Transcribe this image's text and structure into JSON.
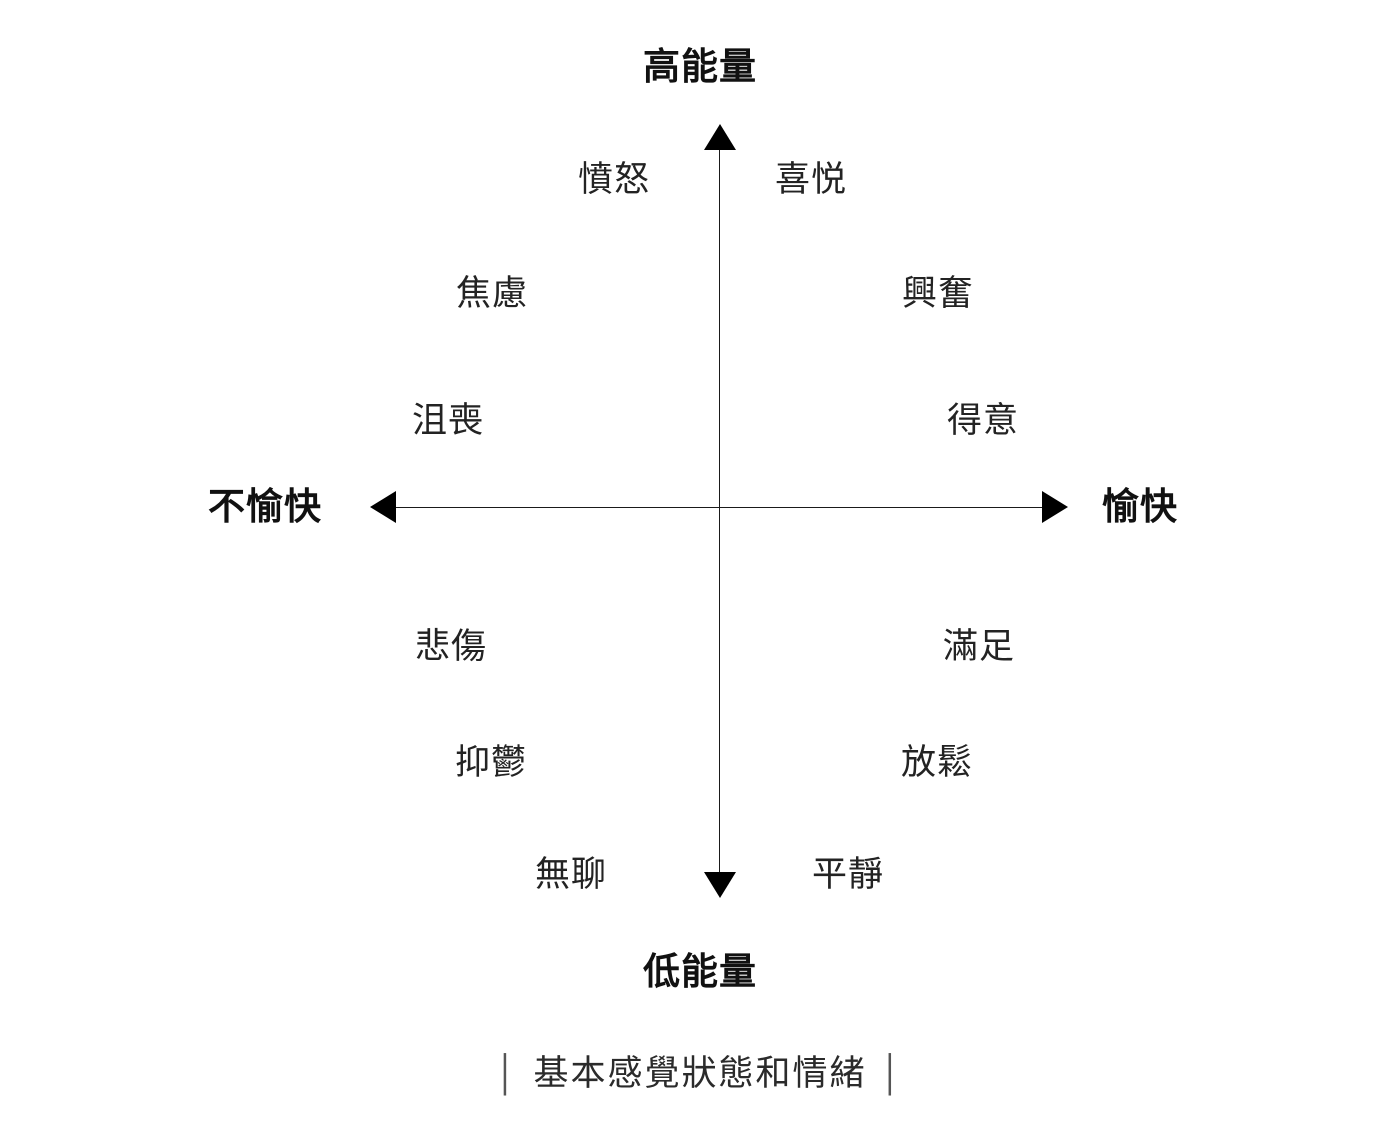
{
  "figure": {
    "caption": "基本感覺狀態和情緒",
    "caption_bar_left": "│",
    "caption_bar_right": "│"
  },
  "axes": {
    "top_label": "高能量",
    "bottom_label": "低能量",
    "left_label": "不愉快",
    "right_label": "愉快"
  },
  "chart_data": {
    "type": "scatter",
    "title": "基本感覺狀態和情緒",
    "xlabel": "不愉快 — 愉快",
    "ylabel": "低能量 — 高能量",
    "xlim": [
      -1,
      1
    ],
    "ylim": [
      -1,
      1
    ],
    "grid": false,
    "legend": "none",
    "axis_labels": {
      "x_negative": "不愉快",
      "x_positive": "愉快",
      "y_negative": "低能量",
      "y_positive": "高能量"
    },
    "quadrants": [
      {
        "name": "high-energy-unpleasant",
        "points": [
          {
            "label": "憤怒",
            "x": -0.21,
            "y": 0.88
          },
          {
            "label": "焦慮",
            "x": -0.53,
            "y": 0.57
          },
          {
            "label": "沮喪",
            "x": -0.63,
            "y": 0.23
          }
        ]
      },
      {
        "name": "high-energy-pleasant",
        "points": [
          {
            "label": "喜悦",
            "x": 0.21,
            "y": 0.88
          },
          {
            "label": "興奮",
            "x": 0.56,
            "y": 0.57
          },
          {
            "label": "得意",
            "x": 0.71,
            "y": 0.23
          }
        ]
      },
      {
        "name": "low-energy-unpleasant",
        "points": [
          {
            "label": "悲傷",
            "x": -0.6,
            "y": -0.37
          },
          {
            "label": "抑鬱",
            "x": -0.49,
            "y": -0.67
          },
          {
            "label": "無聊",
            "x": -0.26,
            "y": -0.95
          }
        ]
      },
      {
        "name": "low-energy-pleasant",
        "points": [
          {
            "label": "滿足",
            "x": 0.61,
            "y": -0.37
          },
          {
            "label": "放鬆",
            "x": 0.53,
            "y": -0.67
          },
          {
            "label": "平靜",
            "x": 0.26,
            "y": -0.95
          }
        ]
      }
    ],
    "labels": [
      "憤怒",
      "喜悦",
      "焦慮",
      "興奮",
      "沮喪",
      "得意",
      "悲傷",
      "滿足",
      "抑鬱",
      "放鬆",
      "無聊",
      "平靜"
    ]
  },
  "emotions": {
    "anger": "憤怒",
    "joy": "喜悦",
    "anxiety": "焦慮",
    "excitement": "興奮",
    "dejection": "沮喪",
    "pride": "得意",
    "sadness": "悲傷",
    "contentment": "滿足",
    "depression": "抑鬱",
    "relaxation": "放鬆",
    "boredom": "無聊",
    "calm": "平靜"
  },
  "colors": {
    "background": "#ffffff",
    "axis": "#1a1a1a",
    "text": "#232323",
    "bold_text": "#111111",
    "caption": "#2b2b2b"
  }
}
